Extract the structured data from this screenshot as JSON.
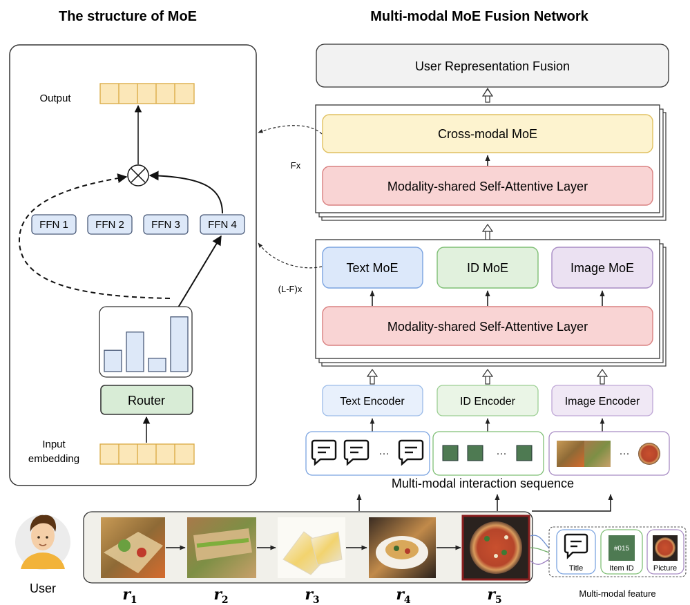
{
  "titles": {
    "moe_structure": "The structure of MoE",
    "fusion_network": "Multi-modal MoE Fusion Network"
  },
  "left_panel": {
    "output_label": "Output",
    "input_label_line1": "Input",
    "input_label_line2": "embedding",
    "router_label": "Router",
    "ffn_labels": [
      "FFN 1",
      "FFN 2",
      "FFN 3",
      "FFN 4"
    ],
    "router_bar_levels": [
      0.35,
      0.65,
      0.22,
      0.9
    ]
  },
  "right_panel": {
    "fusion_box": "User Representation Fusion",
    "cross_modal_moe": "Cross-modal MoE",
    "self_attentive_top": "Modality-shared Self-Attentive Layer",
    "fx_label": "Fx",
    "lfx_label": "(L-F)x",
    "text_moe": "Text MoE",
    "id_moe": "ID MoE",
    "image_moe": "Image MoE",
    "self_attentive_bottom": "Modality-shared Self-Attentive Layer",
    "text_encoder": "Text Encoder",
    "id_encoder": "ID Encoder",
    "image_encoder": "Image Encoder",
    "ellipsis": "···",
    "interaction_sequence": "Multi-modal interaction sequence"
  },
  "bottom": {
    "user_label": "User",
    "sequence_labels": [
      {
        "base": "r",
        "sub": "1"
      },
      {
        "base": "r",
        "sub": "2"
      },
      {
        "base": "r",
        "sub": "3"
      },
      {
        "base": "r",
        "sub": "4"
      },
      {
        "base": "r",
        "sub": "5"
      }
    ],
    "feature_title": "Title",
    "feature_item_id": "Item ID",
    "feature_item_code": "#015",
    "feature_picture": "Picture",
    "multimodal_feature": "Multi-modal feature"
  },
  "colors": {
    "output_cell": "#fbe7b8",
    "output_stroke": "#d9a940",
    "ffn_fill": "#dde8f8",
    "ffn_stroke": "#4a5a78",
    "router_fill": "#d8ecd6",
    "router_stroke": "#333333",
    "cross_moe_fill": "#fdf3cf",
    "cross_moe_stroke": "#e0c060",
    "attn_fill": "#f9d4d4",
    "attn_stroke": "#d98080",
    "text_moe_fill": "#dce8fa",
    "text_moe_stroke": "#7aa3e0",
    "id_moe_fill": "#e1f1dd",
    "id_moe_stroke": "#7fbf75",
    "image_moe_fill": "#ebe1f2",
    "image_moe_stroke": "#a88cc4",
    "fusion_fill": "#f2f2f2",
    "id_square": "#4e7a52"
  }
}
